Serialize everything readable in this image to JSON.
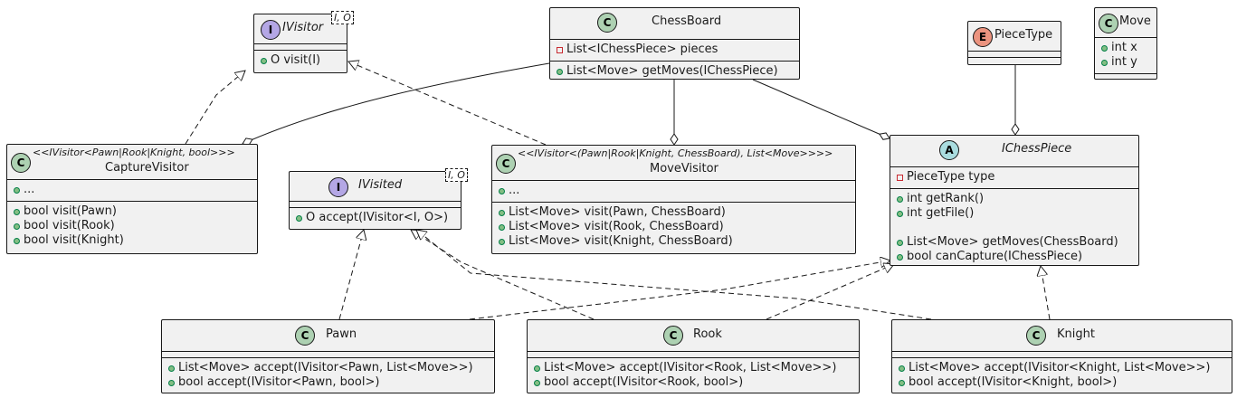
{
  "diagram": {
    "classes": {
      "ivisitor": {
        "kind": "I",
        "name": "IVisitor",
        "type_params": "I, O",
        "methods": [
          "O visit(I)"
        ]
      },
      "chessboard": {
        "kind": "C",
        "name": "ChessBoard",
        "fields": [
          "List<IChessPiece> pieces"
        ],
        "methods": [
          "List<Move> getMoves(IChessPiece)"
        ]
      },
      "piecetype": {
        "kind": "E",
        "name": "PieceType"
      },
      "move": {
        "kind": "C",
        "name": "Move",
        "fields": [
          "int x",
          "int y"
        ]
      },
      "capturevisitor": {
        "kind": "C",
        "stereotype": "<<IVisitor<Pawn|Rook|Knight, bool>>>",
        "name": "CaptureVisitor",
        "fields": [
          "..."
        ],
        "methods": [
          "bool visit(Pawn)",
          "bool visit(Rook)",
          "bool visit(Knight)"
        ]
      },
      "ivisited": {
        "kind": "I",
        "name": "IVisited",
        "type_params": "I, O",
        "methods": [
          "O accept(IVisitor<I, O>)"
        ]
      },
      "movevisitor": {
        "kind": "C",
        "stereotype": "<<IVisitor<(Pawn|Rook|Knight, ChessBoard), List<Move>>>>",
        "name": "MoveVisitor",
        "fields": [
          "..."
        ],
        "methods": [
          "List<Move> visit(Pawn, ChessBoard)",
          "List<Move> visit(Rook, ChessBoard)",
          "List<Move> visit(Knight, ChessBoard)"
        ]
      },
      "ichesspiece": {
        "kind": "A",
        "name": "IChessPiece",
        "fields": [
          "PieceType type"
        ],
        "methods": [
          "int getRank()",
          "int getFile()",
          "List<Move> getMoves(ChessBoard)",
          "bool canCapture(IChessPiece)"
        ]
      },
      "pawn": {
        "kind": "C",
        "name": "Pawn",
        "methods": [
          "List<Move> accept(IVisitor<Pawn, List<Move>>)",
          "bool accept(IVisitor<Pawn, bool>)"
        ]
      },
      "rook": {
        "kind": "C",
        "name": "Rook",
        "methods": [
          "List<Move> accept(IVisitor<Rook, List<Move>>)",
          "bool accept(IVisitor<Rook, bool>)"
        ]
      },
      "knight": {
        "kind": "C",
        "name": "Knight",
        "methods": [
          "List<Move> accept(IVisitor<Knight, List<Move>>)",
          "bool accept(IVisitor<Knight, bool>)"
        ]
      }
    },
    "colors": {
      "class_badge": "#add1b2",
      "interface_badge": "#b4a7e5",
      "enum_badge": "#eb937f",
      "abstract_badge": "#a9dcdf",
      "box_fill": "#f1f1f1",
      "line": "#181818"
    },
    "relations": [
      {
        "from": "CaptureVisitor",
        "to": "IVisitor",
        "type": "realization"
      },
      {
        "from": "MoveVisitor",
        "to": "IVisitor",
        "type": "realization"
      },
      {
        "from": "ChessBoard",
        "to": "CaptureVisitor",
        "type": "aggregation"
      },
      {
        "from": "ChessBoard",
        "to": "MoveVisitor",
        "type": "aggregation"
      },
      {
        "from": "ChessBoard",
        "to": "IChessPiece",
        "type": "aggregation"
      },
      {
        "from": "PieceType",
        "to": "IChessPiece",
        "type": "aggregation"
      },
      {
        "from": "Pawn",
        "to": "IVisited",
        "type": "realization"
      },
      {
        "from": "Rook",
        "to": "IVisited",
        "type": "realization"
      },
      {
        "from": "Knight",
        "to": "IVisited",
        "type": "realization"
      },
      {
        "from": "Pawn",
        "to": "IChessPiece",
        "type": "realization"
      },
      {
        "from": "Rook",
        "to": "IChessPiece",
        "type": "realization"
      },
      {
        "from": "Knight",
        "to": "IChessPiece",
        "type": "realization"
      }
    ]
  }
}
